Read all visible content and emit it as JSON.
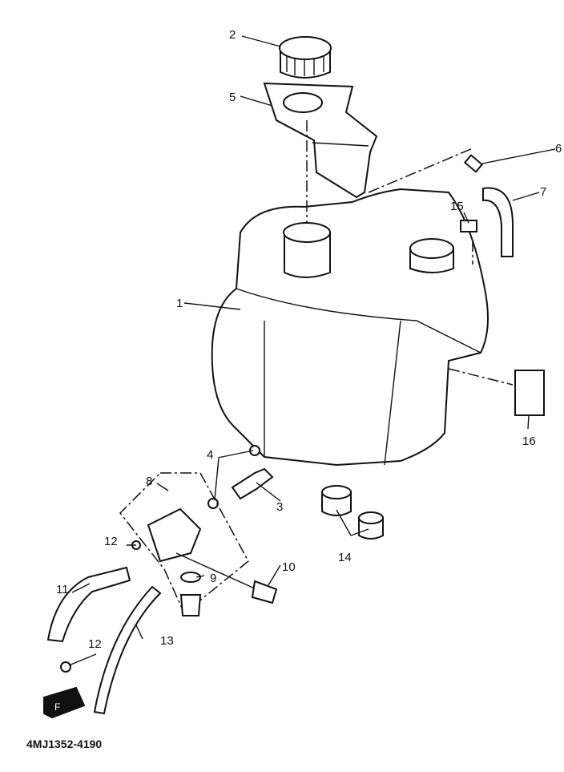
{
  "diagram": {
    "callouts": [
      {
        "id": "c2",
        "text": "2"
      },
      {
        "id": "c5",
        "text": "5"
      },
      {
        "id": "c6",
        "text": "6"
      },
      {
        "id": "c7",
        "text": "7"
      },
      {
        "id": "c15",
        "text": "15"
      },
      {
        "id": "c1",
        "text": "1"
      },
      {
        "id": "c16",
        "text": "16"
      },
      {
        "id": "c4",
        "text": "4"
      },
      {
        "id": "c3",
        "text": "3"
      },
      {
        "id": "c8",
        "text": "8"
      },
      {
        "id": "c14",
        "text": "14"
      },
      {
        "id": "c12a",
        "text": "12"
      },
      {
        "id": "c11",
        "text": "11"
      },
      {
        "id": "c10",
        "text": "10"
      },
      {
        "id": "c9",
        "text": "9"
      },
      {
        "id": "c13",
        "text": "13"
      },
      {
        "id": "c12b",
        "text": "12"
      }
    ],
    "front_arrow_letter": "F",
    "drawing_code": "4MJ1352-4190"
  }
}
